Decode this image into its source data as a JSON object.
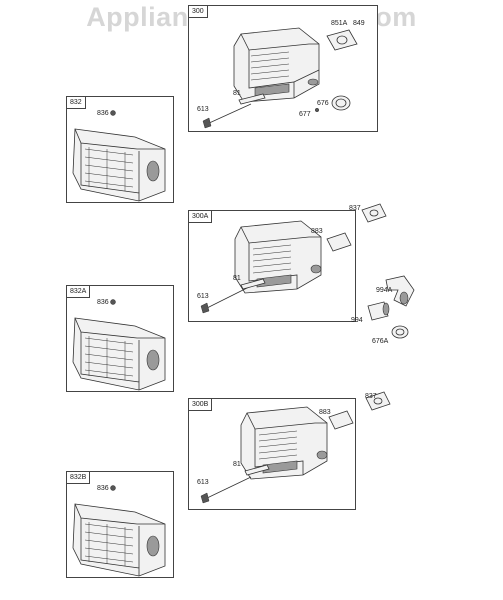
{
  "watermark": "AppliancePartsPros.com",
  "frames": {
    "f300": {
      "tag": "300",
      "labels": {
        "a": "851A",
        "b": "849",
        "c": "613",
        "d": "81",
        "e": "676",
        "f": "677"
      }
    },
    "f300A": {
      "tag": "300A",
      "labels": {
        "a": "883",
        "b": "81",
        "c": "613"
      }
    },
    "f300B": {
      "tag": "300B",
      "labels": {
        "a": "883",
        "b": "81",
        "c": "613"
      }
    },
    "f832": {
      "tag": "832",
      "labels": {
        "a": "836"
      }
    },
    "f832A": {
      "tag": "832A",
      "labels": {
        "a": "836"
      }
    },
    "f832B": {
      "tag": "832B",
      "labels": {
        "a": "836"
      }
    }
  },
  "loose": {
    "l837a": "837",
    "l994A": "994A",
    "l994": "994",
    "l676A": "676A",
    "l837b": "837"
  }
}
